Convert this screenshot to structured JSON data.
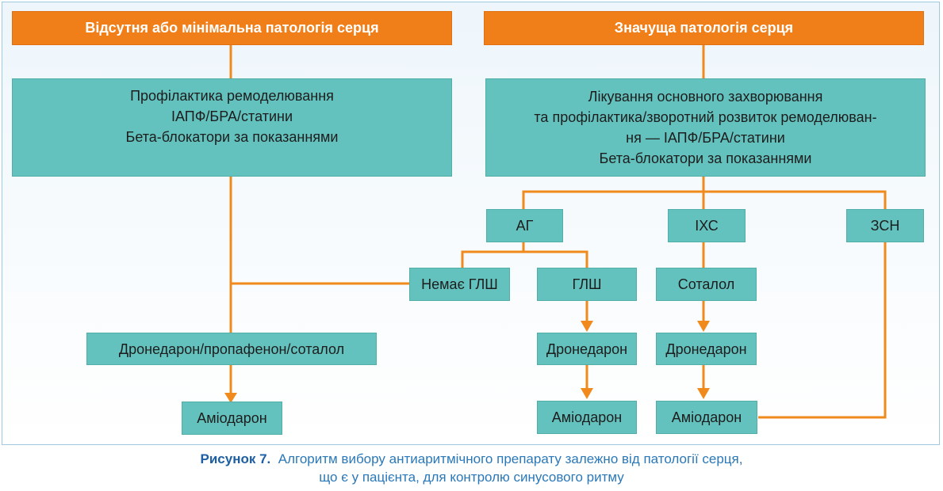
{
  "headers": {
    "left": "Відсутня або мінімальна патологія серця",
    "right": "Значуща патологія серця"
  },
  "left_box": {
    "lines": [
      "Профілактика ремоделювання",
      "ІАПФ/БРА/статини",
      "Бета-блокатори за показаннями"
    ]
  },
  "right_box": {
    "lines": [
      "Лікування основного захворювання",
      "та профілактика/зворотний розвиток ремоделюван-",
      "ня — ІАПФ/БРА/статини",
      "Бета-блокатори за показаннями"
    ]
  },
  "nodes": {
    "ag": "АГ",
    "ihd": "ІХС",
    "hf": "ЗСН",
    "no_lvh": "Немає ГЛШ",
    "lvh": "ГЛШ",
    "sotalol": "Соталол",
    "left_drug": "Дронедарон/пропафенон/соталол",
    "left_amio": "Аміодарон",
    "lvh_drone": "Дронедарон",
    "lvh_amio": "Аміодарон",
    "ihd_drone": "Дронедарон",
    "ihd_amio": "Аміодарон"
  },
  "caption": {
    "label": "Рисунок 7.",
    "line1": "Алгоритм вибору антиаритмічного препарату залежно від патології серця,",
    "line2": "що є у пацієнта, для контролю синусового ритму"
  },
  "colors": {
    "header": "#f07f1a",
    "box": "#64c2be",
    "connector": "#f08a1c",
    "caption": "#2a78b8"
  }
}
